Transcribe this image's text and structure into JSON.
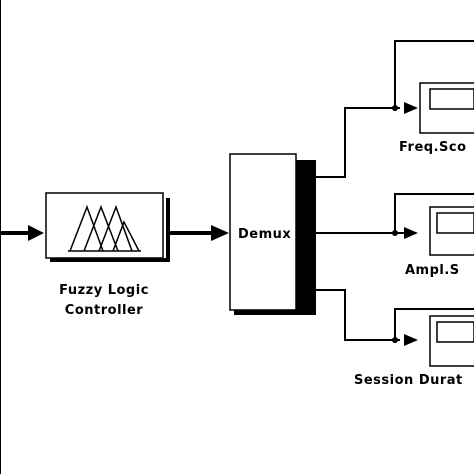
{
  "blocks": {
    "flc": {
      "label_line1": "Fuzzy Logic",
      "label_line2": "Controller"
    },
    "demux": {
      "label": "Demux"
    },
    "scope_freq": {
      "label": "Freq.Sco"
    },
    "scope_ampl": {
      "label": "Ampl.S"
    },
    "scope_session": {
      "label": "Session Durat"
    }
  }
}
